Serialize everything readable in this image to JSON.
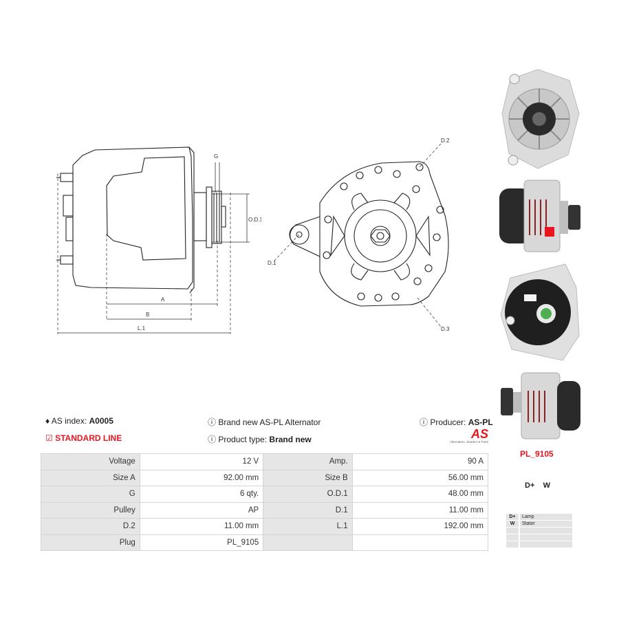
{
  "diagram_labels": {
    "g": "G",
    "od1": "O.D.1",
    "a": "A",
    "b": "B",
    "l1": "L.1",
    "d1": "D.1",
    "d2": "D.2",
    "d3": "D.3"
  },
  "info": {
    "as_index_label": "AS index:",
    "as_index_value": "A0005",
    "standard_line": "STANDARD LINE",
    "brand_text": "Brand new AS-PL Alternator",
    "product_type_label": "Product type:",
    "product_type_value": "Brand new",
    "producer_label": "Producer:",
    "producer_value": "AS-PL",
    "logo_text": "AS",
    "logo_tagline": "Alternators, Starters & Parts"
  },
  "specs": [
    {
      "k1": "Voltage",
      "v1": "12 V",
      "k2": "Amp.",
      "v2": "90 A"
    },
    {
      "k1": "Size A",
      "v1": "92.00 mm",
      "k2": "Size B",
      "v2": "56.00 mm"
    },
    {
      "k1": "G",
      "v1": "6 qty.",
      "k2": "O.D.1",
      "v2": "48.00 mm"
    },
    {
      "k1": "Pulley",
      "v1": "AP",
      "k2": "D.1",
      "v2": "11.00 mm"
    },
    {
      "k1": "D.2",
      "v1": "11.00 mm",
      "k2": "L.1",
      "v2": "192.00 mm"
    },
    {
      "k1": "Plug",
      "v1": "PL_9105",
      "k2": "",
      "v2": ""
    }
  ],
  "plug": {
    "code": "PL_9105",
    "terminals": "D+    W",
    "pins": [
      {
        "pin": "D+",
        "desc": "Lamp"
      },
      {
        "pin": "W",
        "desc": "Stator"
      },
      {
        "pin": "",
        "desc": ""
      },
      {
        "pin": "",
        "desc": ""
      },
      {
        "pin": "",
        "desc": ""
      }
    ]
  },
  "colors": {
    "accent_red": "#e8141e",
    "table_key_bg": "#e6e6e6"
  }
}
